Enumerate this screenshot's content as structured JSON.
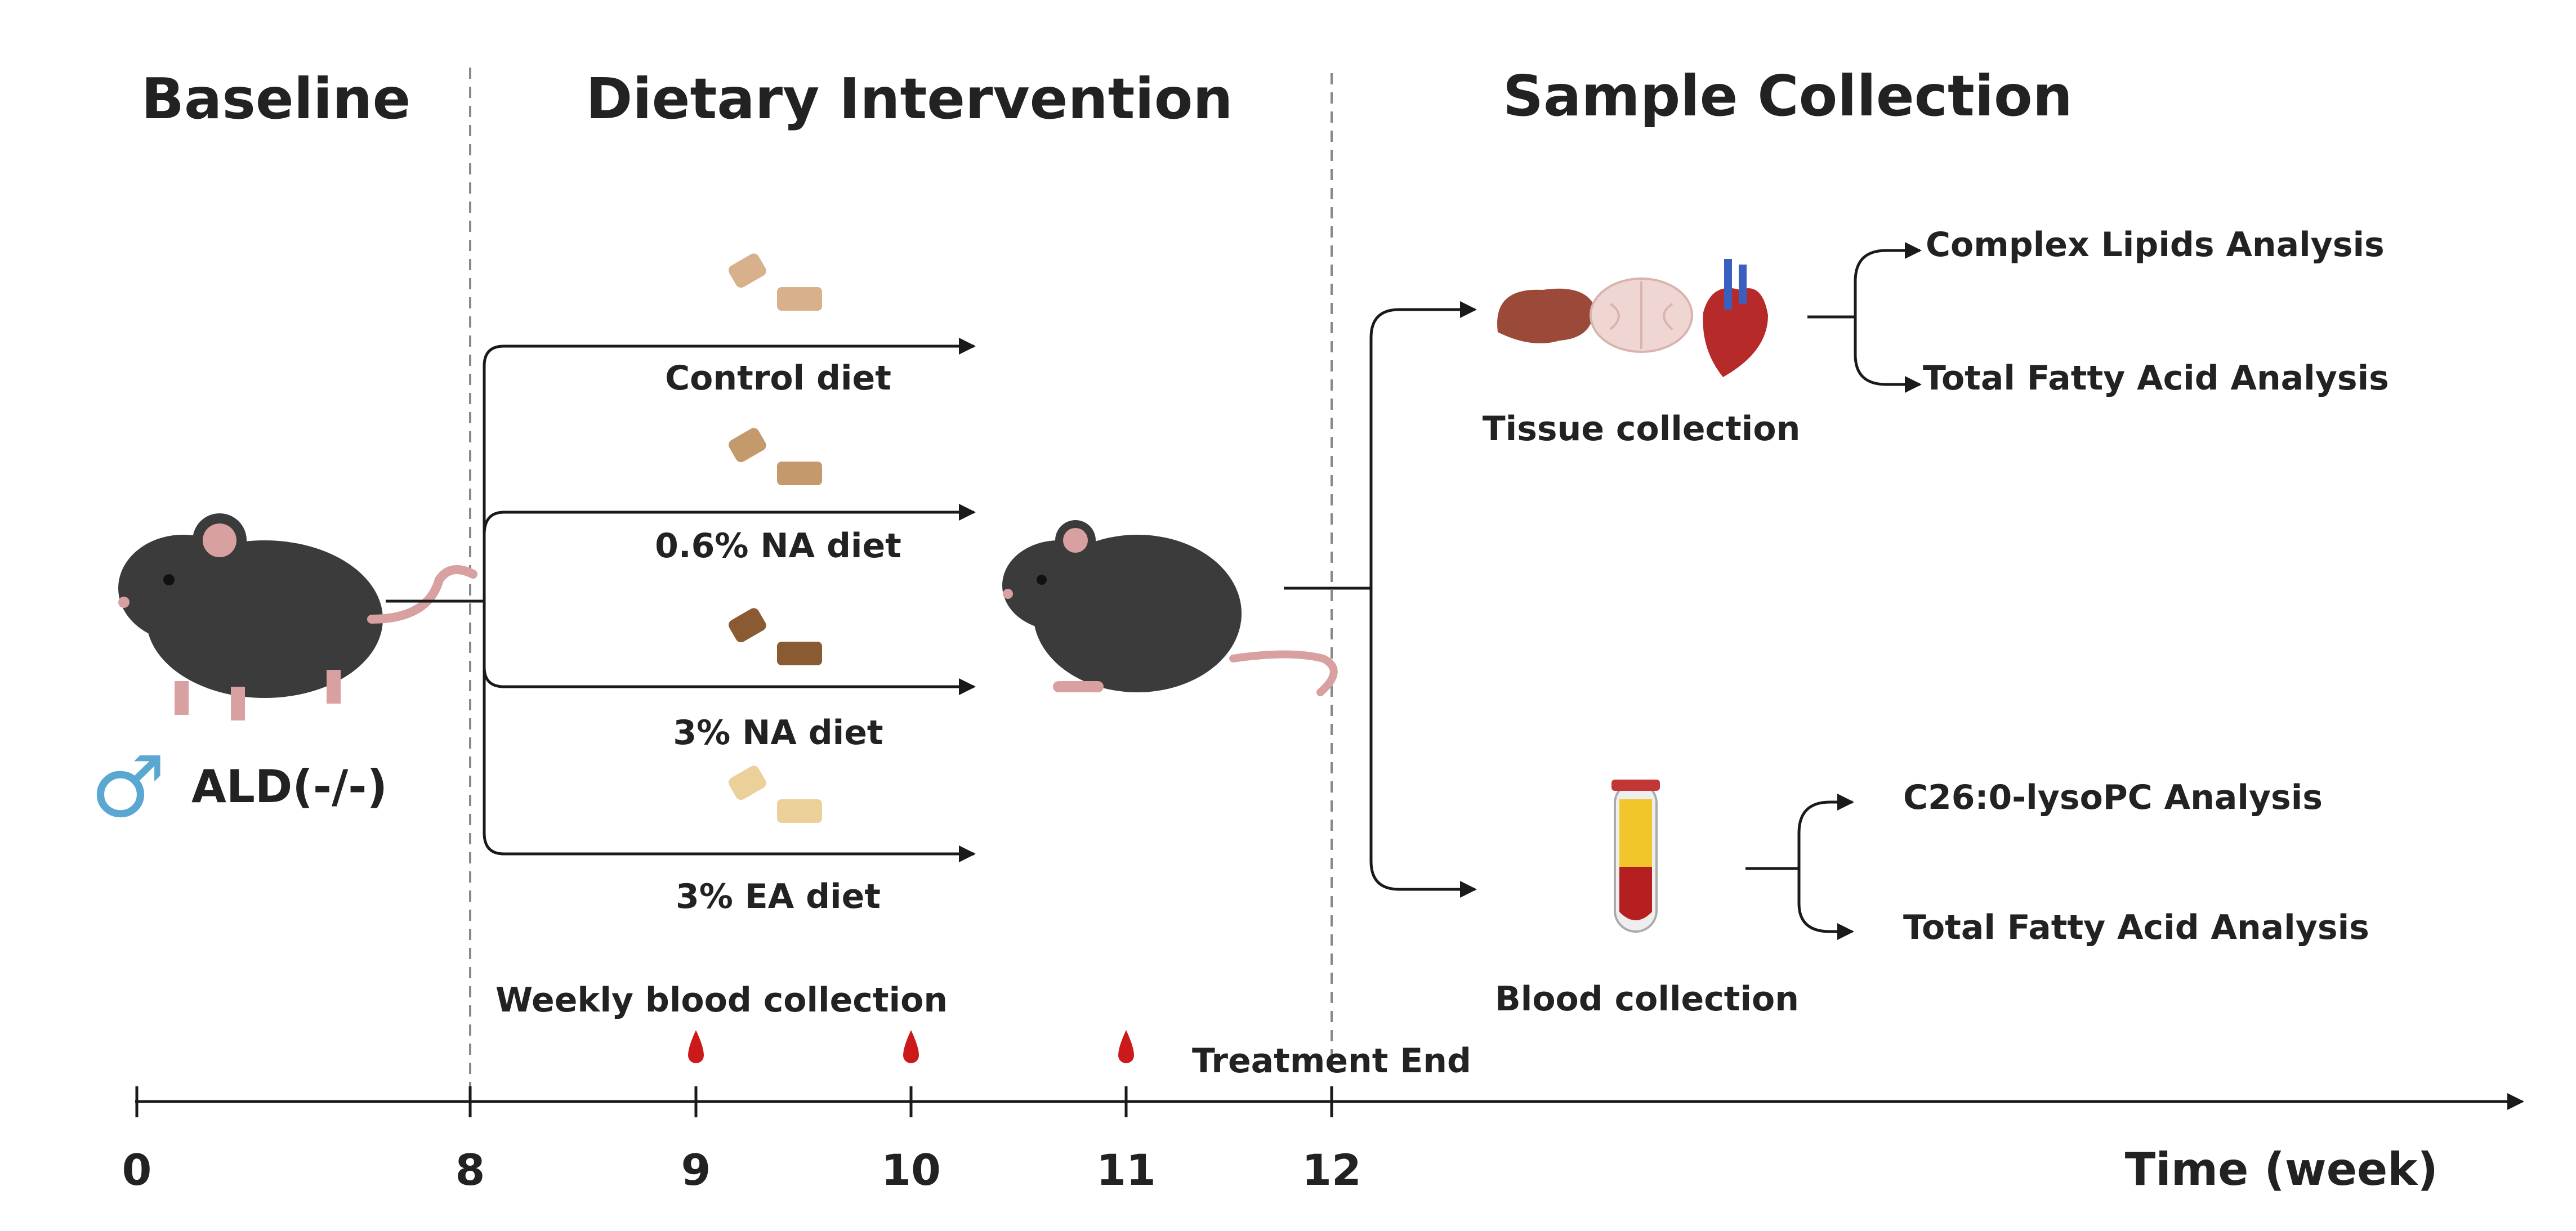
{
  "phases": {
    "baseline": "Baseline",
    "intervention": "Dietary Intervention",
    "collection": "Sample Collection"
  },
  "subject": {
    "sex_symbol": "♂",
    "genotype": "ALD(-/-)"
  },
  "diets": [
    {
      "label": "Control diet",
      "pellet_color": "#d8b08c"
    },
    {
      "label": "0.6% NA diet",
      "pellet_color": "#c49a6c"
    },
    {
      "label": "3% NA diet",
      "pellet_color": "#8a5a32"
    },
    {
      "label": "3% EA diet",
      "pellet_color": "#ecd09a"
    }
  ],
  "collection": {
    "tissue_label": "Tissue collection",
    "blood_label": "Blood collection",
    "tissue_analyses": [
      "Complex Lipids Analysis",
      "Total Fatty Acid Analysis"
    ],
    "blood_analyses": [
      "C26:0-lysoPC Analysis",
      "Total Fatty Acid Analysis"
    ]
  },
  "timeline": {
    "weekly_label": "Weekly blood collection",
    "treatment_end_label": "Treatment End",
    "axis_label": "Time (week)",
    "ticks": [
      "0",
      "8",
      "9",
      "10",
      "11",
      "12"
    ]
  },
  "colors": {
    "blood_drop": "#cc1a1a",
    "mouse": "#3b3b3b",
    "mouse_ear": "#d8a0a0",
    "male_symbol": "#5aa7d2",
    "tube_yellow": "#f2c62a",
    "tube_red": "#b51f1f"
  },
  "icons": [
    "mouse-icon",
    "food-pellet-icon",
    "liver-icon",
    "brain-icon",
    "heart-icon",
    "blood-tube-icon",
    "blood-drop-icon"
  ]
}
